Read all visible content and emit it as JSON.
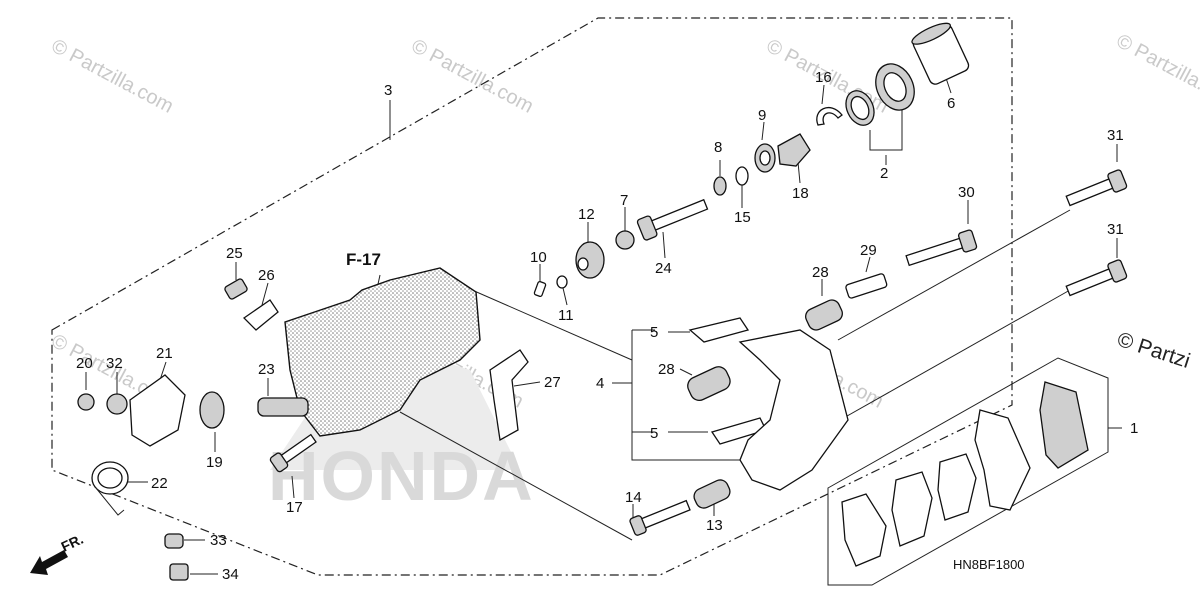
{
  "watermark": {
    "text": "© Partzilla.com",
    "edge_text": "© Partzi"
  },
  "brand_watermark": "HONDA",
  "reference": {
    "label": "F-17"
  },
  "direction": {
    "label": "FR."
  },
  "diagram_code": "HN8BF1800",
  "callouts": {
    "c1": "1",
    "c2": "2",
    "c3": "3",
    "c4": "4",
    "c5a": "5",
    "c5b": "5",
    "c6": "6",
    "c7": "7",
    "c8": "8",
    "c9": "9",
    "c10": "10",
    "c11": "11",
    "c12": "12",
    "c13": "13",
    "c14": "14",
    "c15": "15",
    "c16": "16",
    "c17": "17",
    "c18": "18",
    "c19": "19",
    "c20": "20",
    "c21": "21",
    "c22": "22",
    "c23": "23",
    "c24": "24",
    "c25": "25",
    "c26": "26",
    "c27": "27",
    "c28a": "28",
    "c28b": "28",
    "c29": "29",
    "c30": "30",
    "c31a": "31",
    "c31b": "31",
    "c32": "32",
    "c33": "33",
    "c34": "34"
  }
}
